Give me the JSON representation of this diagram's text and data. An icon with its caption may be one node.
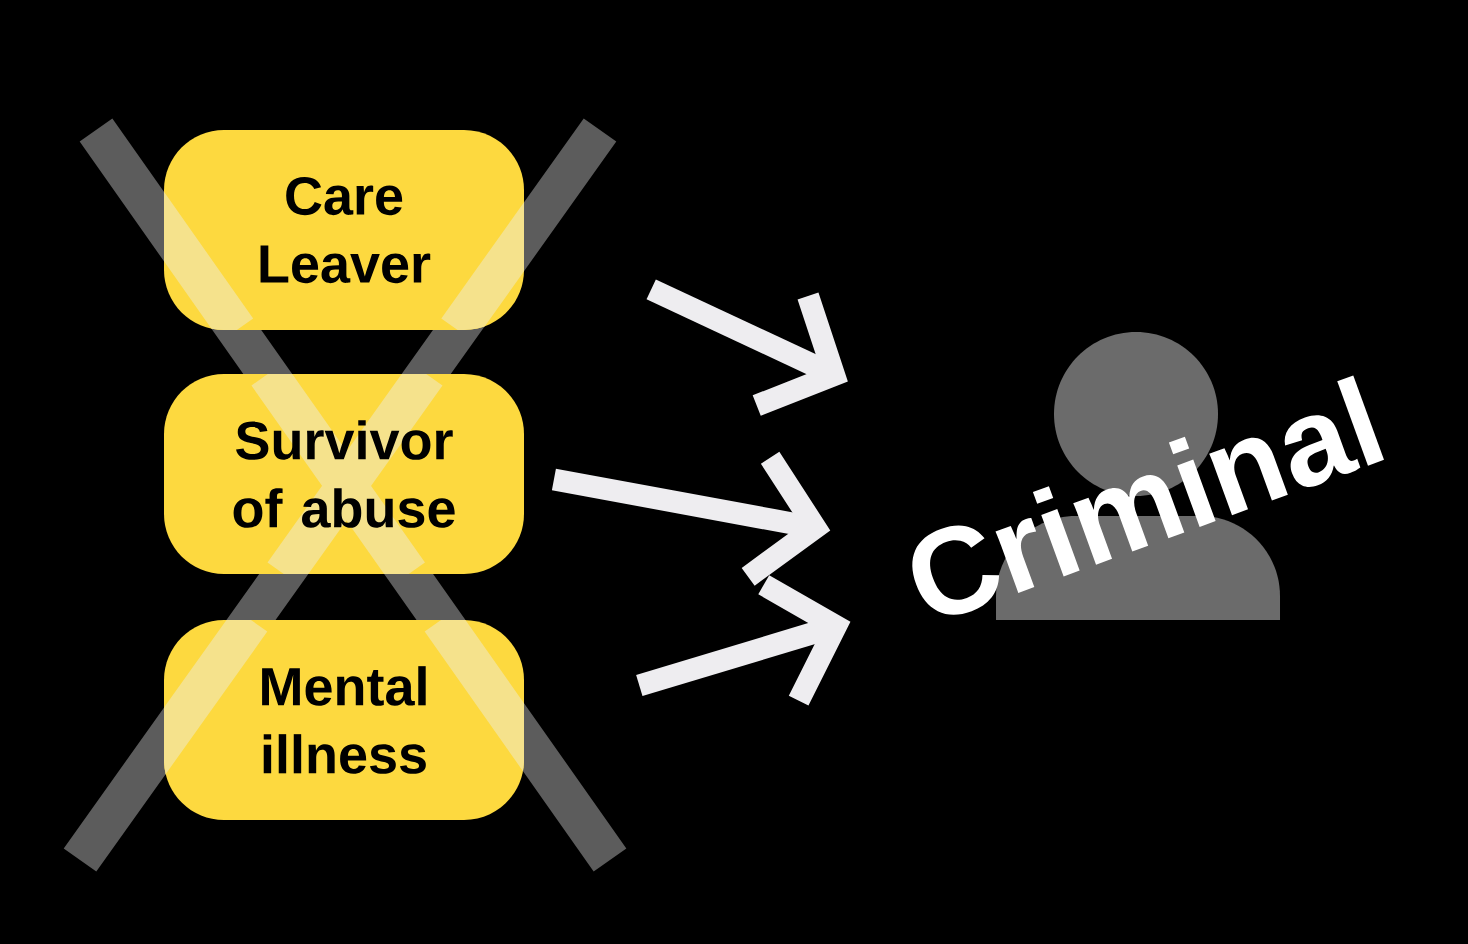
{
  "diagram": {
    "nodes": [
      {
        "text": [
          "Care Leaver"
        ]
      },
      {
        "text": [
          "Survivor of abuse"
        ]
      },
      {
        "text": [
          "Mental illness"
        ]
      },
      {
        "text": [
          "Criminal"
        ]
      }
    ],
    "edges": [
      {
        "from": 0,
        "to": 3,
        "arrow": "to"
      },
      {
        "from": 1,
        "to": 3,
        "arrow": "to"
      },
      {
        "from": 2,
        "to": 3,
        "arrow": "to"
      }
    ]
  }
}
